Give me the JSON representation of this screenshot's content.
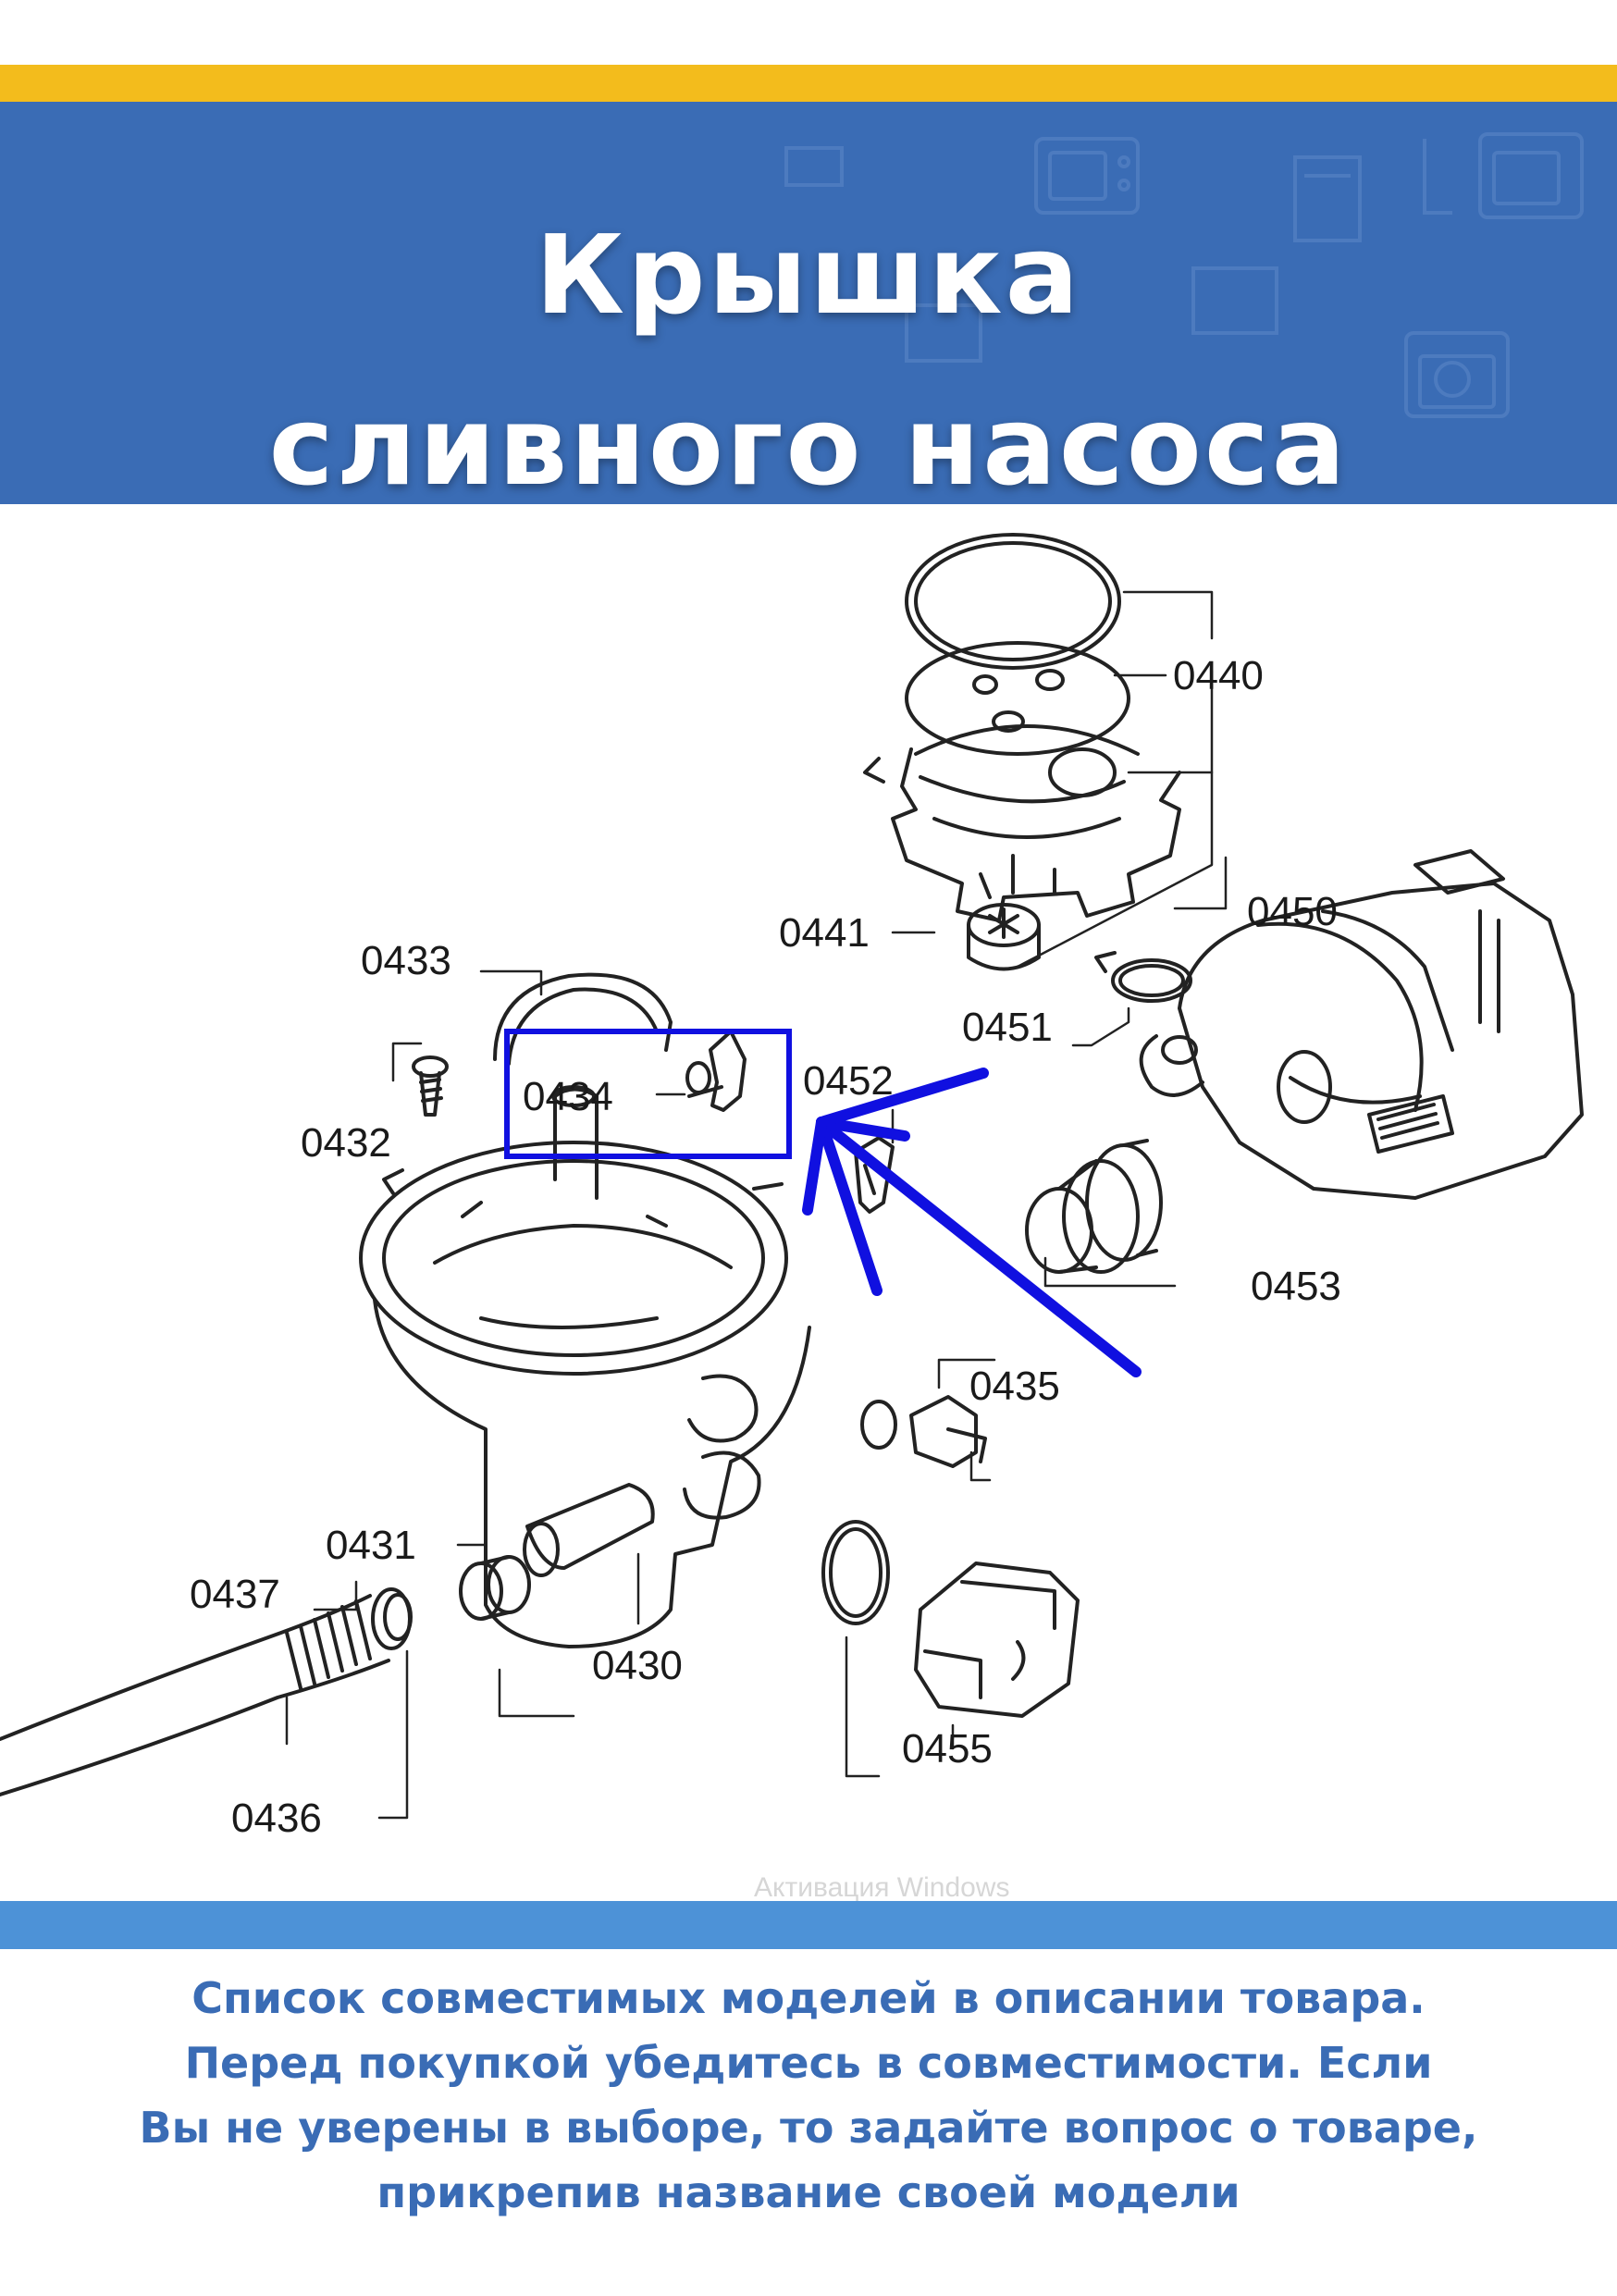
{
  "colors": {
    "accent_yellow": "#f3bc1c",
    "header_blue": "#3a6cb5",
    "bottom_band_blue": "#4d92d7",
    "highlight_blue": "#1010e0",
    "text_white": "#ffffff"
  },
  "header": {
    "title_line1": "Крышка",
    "title_line2": "сливного насоса"
  },
  "diagram": {
    "labels": {
      "p0440": "0440",
      "p0441": "0441",
      "p0450": "0450",
      "p0451": "0451",
      "p0433": "0433",
      "p0434": "0434",
      "p0452": "0452",
      "p0432": "0432",
      "p0453": "0453",
      "p0435": "0435",
      "p0431": "0431",
      "p0437": "0437",
      "p0430": "0430",
      "p0455": "0455",
      "p0436": "0436"
    },
    "highlighted_part": "0434",
    "watermark_text": "Активация Windows"
  },
  "footer": {
    "line1": "Список совместимых моделей в описании товара.",
    "line2": "Перед покупкой убедитесь в совместимости. Если",
    "line3": "Вы не уверены в выборе, то задайте вопрос о товаре,",
    "line4": "прикрепив название своей модели"
  }
}
